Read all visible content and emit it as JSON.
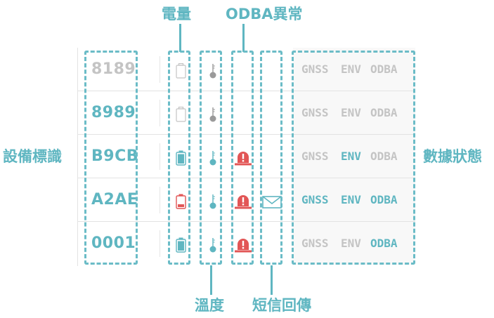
{
  "callouts": {
    "battery": "電量",
    "odba_anomaly": "ODBA異常",
    "device_id": "設備標識",
    "data_status": "數據狀態",
    "temperature": "溫度",
    "sms_reply": "短信回傳"
  },
  "colors": {
    "accent": "#5fb6c1",
    "active": "#5fb6c1",
    "inactive": "#c4c4c4",
    "alert": "#e25656"
  },
  "rows": [
    {
      "id": "8189",
      "id_active": false,
      "battery": "empty",
      "thermo_active": false,
      "odba_alarm": false,
      "sms": false,
      "gnss": "GNSS",
      "env": "ENV",
      "odba": "ODBA",
      "gnss_on": false,
      "env_on": false,
      "odba_on": false
    },
    {
      "id": "8989",
      "id_active": true,
      "battery": "empty",
      "thermo_active": false,
      "odba_alarm": false,
      "sms": false,
      "gnss": "GNSS",
      "env": "ENV",
      "odba": "ODBA",
      "gnss_on": false,
      "env_on": false,
      "odba_on": false
    },
    {
      "id": "B9CB",
      "id_active": true,
      "battery": "full",
      "thermo_active": true,
      "odba_alarm": true,
      "sms": false,
      "gnss": "GNSS",
      "env": "ENV",
      "odba": "ODBA",
      "gnss_on": false,
      "env_on": true,
      "odba_on": false
    },
    {
      "id": "A2AE",
      "id_active": true,
      "battery": "low",
      "thermo_active": true,
      "odba_alarm": true,
      "sms": true,
      "gnss": "GNSS",
      "env": "ENV",
      "odba": "ODBA",
      "gnss_on": true,
      "env_on": true,
      "odba_on": true
    },
    {
      "id": "0001",
      "id_active": true,
      "battery": "full",
      "thermo_active": true,
      "odba_alarm": true,
      "sms": false,
      "gnss": "GNSS",
      "env": "ENV",
      "odba": "ODBA",
      "gnss_on": false,
      "env_on": false,
      "odba_on": true
    }
  ]
}
